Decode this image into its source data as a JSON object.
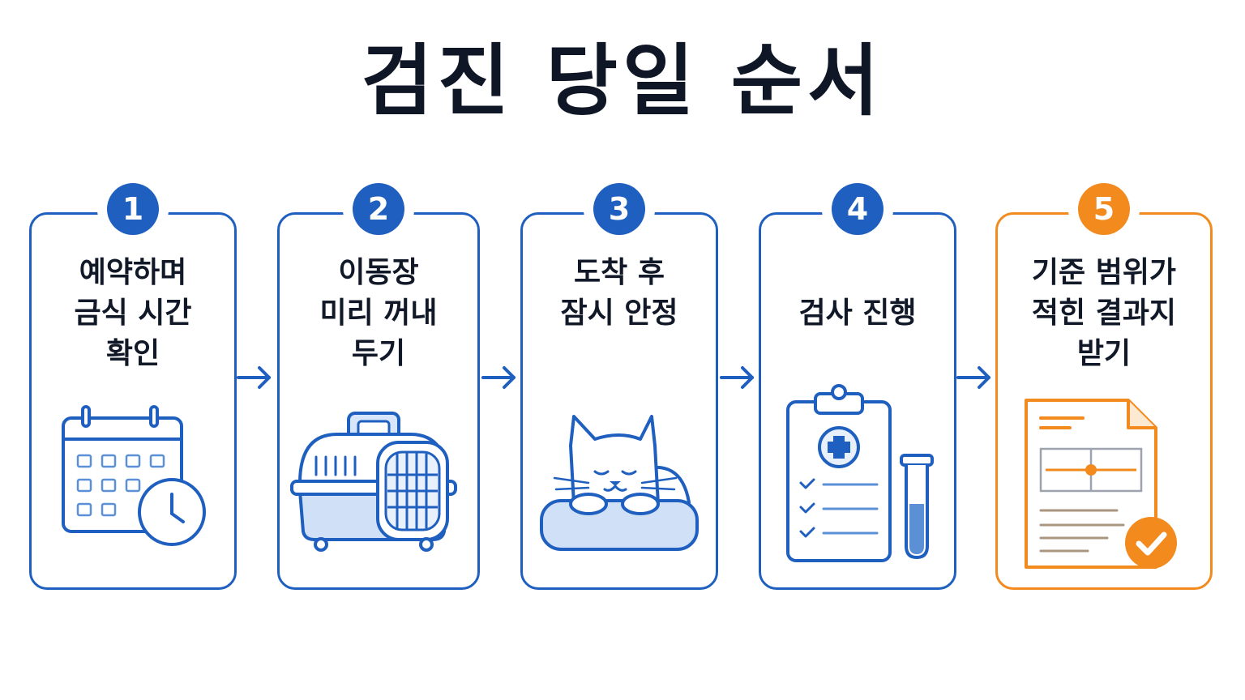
{
  "title": "검진 당일 순서",
  "steps": [
    {
      "number": "1",
      "label": "예약하며\n금식 시간\n확인",
      "icon": "calendar-clock-icon"
    },
    {
      "number": "2",
      "label": "이동장\n미리 꺼내\n두기",
      "icon": "pet-carrier-icon"
    },
    {
      "number": "3",
      "label": "도착 후\n잠시 안정",
      "icon": "resting-cat-icon"
    },
    {
      "number": "4",
      "label": "검사 진행",
      "icon": "clipboard-test-tube-icon"
    },
    {
      "number": "5",
      "label": "기준 범위가\n적힌 결과지\n받기",
      "icon": "result-document-check-icon"
    }
  ],
  "colors": {
    "primary": "#1f5fbf",
    "accent": "#f28a1e",
    "title": "#0f1626"
  }
}
